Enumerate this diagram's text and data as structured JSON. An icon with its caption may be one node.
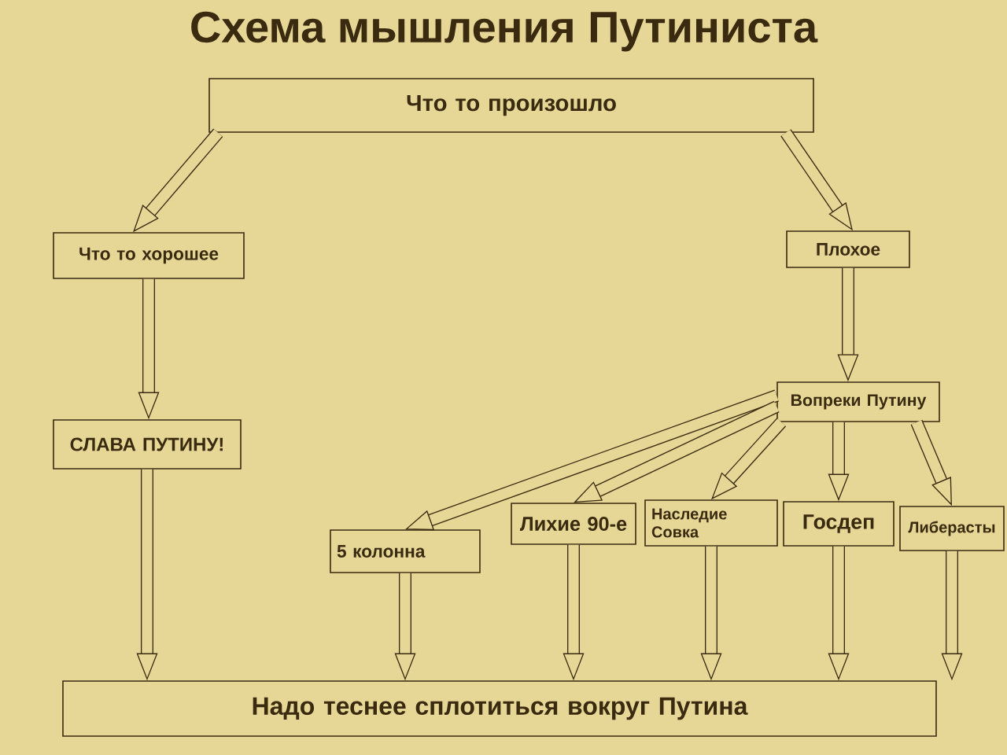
{
  "diagram": {
    "title": "Схема мышления Путиниста",
    "nodes": [
      {
        "text": [
          "Что то произошло"
        ]
      },
      {
        "text": [
          "Что то хорошее"
        ]
      },
      {
        "text": [
          "Плохое"
        ]
      },
      {
        "text": [
          "СЛАВА ПУТИНУ!"
        ]
      },
      {
        "text": [
          "Вопреки Путину"
        ]
      },
      {
        "text": [
          "5 колонна"
        ]
      },
      {
        "text": [
          "Лихие 90-е"
        ]
      },
      {
        "text": [
          "Наследие Совка"
        ]
      },
      {
        "text": [
          "Госдеп"
        ]
      },
      {
        "text": [
          "Либерасты"
        ]
      },
      {
        "text": [
          "Надо теснее сплотиться вокруг Путина"
        ]
      }
    ],
    "edges": [
      {
        "from": 0,
        "to": 1,
        "arrow": "to"
      },
      {
        "from": 0,
        "to": 2,
        "arrow": "to"
      },
      {
        "from": 1,
        "to": 3,
        "arrow": "to"
      },
      {
        "from": 2,
        "to": 4,
        "arrow": "to"
      },
      {
        "from": 4,
        "to": 5,
        "arrow": "to"
      },
      {
        "from": 4,
        "to": 6,
        "arrow": "to"
      },
      {
        "from": 4,
        "to": 7,
        "arrow": "to"
      },
      {
        "from": 4,
        "to": 8,
        "arrow": "to"
      },
      {
        "from": 4,
        "to": 9,
        "arrow": "to"
      },
      {
        "from": 3,
        "to": 10,
        "arrow": "to"
      },
      {
        "from": 5,
        "to": 10,
        "arrow": "to"
      },
      {
        "from": 6,
        "to": 10,
        "arrow": "to"
      },
      {
        "from": 7,
        "to": 10,
        "arrow": "to"
      },
      {
        "from": 8,
        "to": 10,
        "arrow": "to"
      },
      {
        "from": 9,
        "to": 10,
        "arrow": "to"
      }
    ]
  }
}
